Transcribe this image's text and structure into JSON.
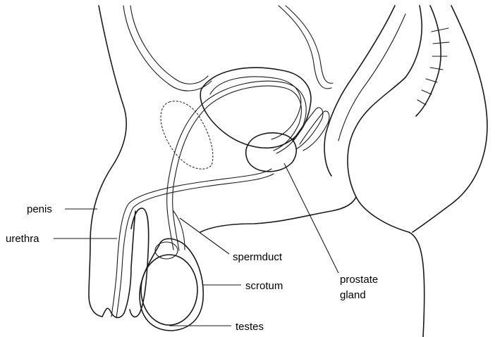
{
  "labels": {
    "penis": "penis",
    "urethra": "urethra",
    "spermduct": "spermduct",
    "scrotum": "scrotum",
    "prostate_line1": "prostate",
    "prostate_line2": "gland",
    "testes": "testes"
  }
}
